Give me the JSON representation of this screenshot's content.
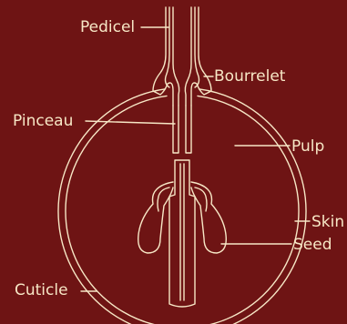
{
  "diagram": {
    "background_color": "#6e1414",
    "line_color": "#f7e7c6",
    "labels": {
      "pedicel": "Pedicel",
      "bourrelet": "Bourrelet",
      "pinceau": "Pinceau",
      "pulp": "Pulp",
      "skin": "Skin",
      "seed": "Seed",
      "cuticle": "Cuticle"
    }
  }
}
